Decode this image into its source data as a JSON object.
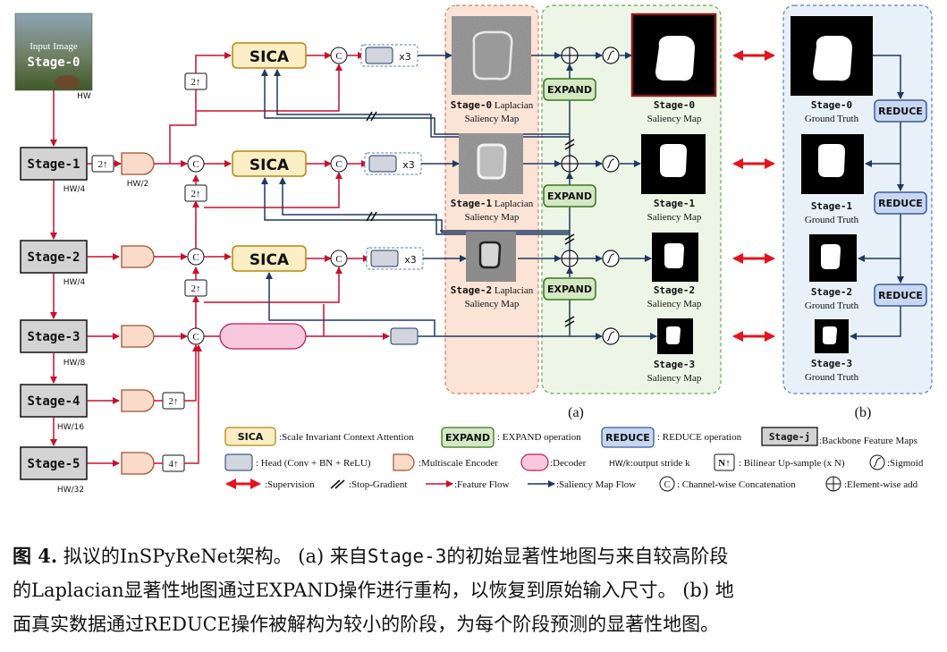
{
  "figure": {
    "input_image_label": "Input Image",
    "stage0": "Stage-0",
    "stage_labels": [
      "Stage-1",
      "Stage-2",
      "Stage-3",
      "Stage-4",
      "Stage-5"
    ],
    "strides": [
      "HW",
      "HW/4",
      "HW/4",
      "HW/8",
      "HW/16",
      "HW/32"
    ],
    "hw2": "HW/2",
    "sica_label": "SICA",
    "expand_label": "EXPAND",
    "reduce_label": "REDUCE",
    "x3": "x3",
    "upsample_2": "2↑",
    "upsample_4": "4↑",
    "concat_symbol": "C",
    "laplacian_maps": [
      {
        "stage": "Stage-0",
        "line1_suffix": " Laplacian",
        "line2": "Saliency Map"
      },
      {
        "stage": "Stage-1",
        "line1_suffix": " Laplacian",
        "line2": "Saliency Map"
      },
      {
        "stage": "Stage-2",
        "line1_suffix": " Laplacian",
        "line2": "Saliency Map"
      }
    ],
    "saliency_maps": [
      {
        "stage": "Stage-0",
        "line2": "Saliency Map"
      },
      {
        "stage": "Stage-1",
        "line2": "Saliency Map"
      },
      {
        "stage": "Stage-2",
        "line2": "Saliency Map"
      },
      {
        "stage": "Stage-3",
        "line2": "Saliency Map"
      }
    ],
    "ground_truths": [
      {
        "stage": "Stage-0",
        "line2": "Ground Truth"
      },
      {
        "stage": "Stage-1",
        "line2": "Ground Truth"
      },
      {
        "stage": "Stage-2",
        "line2": "Ground Truth"
      },
      {
        "stage": "Stage-3",
        "line2": "Ground Truth"
      }
    ],
    "panel_a_label": "(a)",
    "panel_b_label": "(b)",
    "legend": {
      "sica": {
        "key": "SICA",
        "text": ":Scale Invariant Context Attention"
      },
      "expand": {
        "key": "EXPAND",
        "text": ": EXPAND operation"
      },
      "reduce": {
        "key": "REDUCE",
        "text": ": REDUCE operation"
      },
      "stagej": {
        "key": "Stage-j",
        "text": ":Backbone Feature Maps"
      },
      "head": ": Head (Conv + BN + ReLU)",
      "encoder": ":Multiscale Encoder",
      "decoder": ":Decoder",
      "hwk_key": "HW/k",
      "hwk": ":output stride k",
      "nup_key": "N↑",
      "nup": ": Bilinear Up-sample (x N)",
      "sigmoid": ":Sigmoid",
      "supervision": ":Supervision",
      "stopgrad": ":Stop-Gradient",
      "feature_flow": ":Feature Flow",
      "saliency_flow": ":Saliency Map Flow",
      "concat": ": Channel-wise Concatenation",
      "add": ":Element-wise add"
    },
    "colors": {
      "feature_flow": "#c8102e",
      "saliency_flow": "#1f3864",
      "sica_fill": "#fbeec4",
      "expand_fill": "#d5e8c4",
      "reduce_fill": "#c7d7f2",
      "encoder_fill": "#fadbc9",
      "decoder_fill": "#f8c9dc",
      "panel_lap_bg": "#fbe3d6",
      "panel_a_bg": "#edf6e6",
      "panel_b_bg": "#e8f0fa"
    }
  },
  "caption": {
    "line1_a": "图 4.",
    "line1_b": "  拟议的InSPyReNet架构。  (a) 来自",
    "line1_mono": "Stage-3",
    "line1_c": "的初始显著性地图与来自较高阶段",
    "line2": "的Laplacian显著性地图通过EXPAND操作进行重构，以恢复到原始输入尺寸。 (b) 地",
    "line3": "面真实数据通过REDUCE操作被解构为较小的阶段，为每个阶段预测的显著性地图。"
  }
}
